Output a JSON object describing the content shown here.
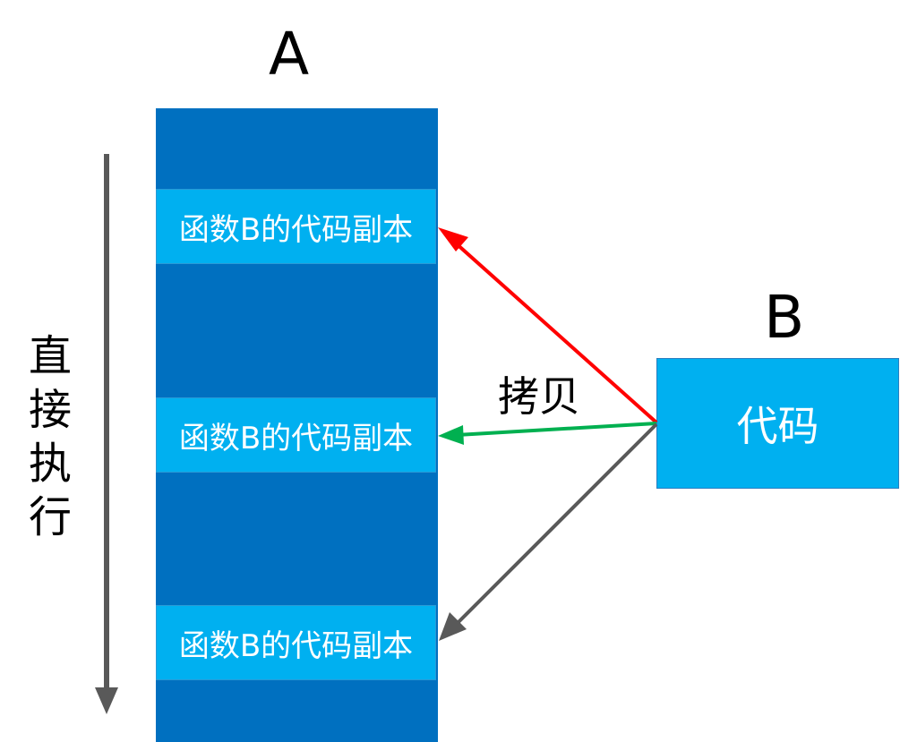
{
  "function_a": {
    "label": "A",
    "copies": [
      "函数B的代码副本",
      "函数B的代码副本",
      "函数B的代码副本"
    ]
  },
  "function_b": {
    "label": "B",
    "code_label": "代码"
  },
  "copy_label": "拷贝",
  "execution_label": [
    "直",
    "接",
    "执",
    "行"
  ],
  "colors": {
    "column": "#0070c0",
    "box": "#00b0f0",
    "arrow_top": "#ff0000",
    "arrow_middle": "#00b050",
    "arrow_bottom": "#595959",
    "execution_arrow": "#595959"
  }
}
